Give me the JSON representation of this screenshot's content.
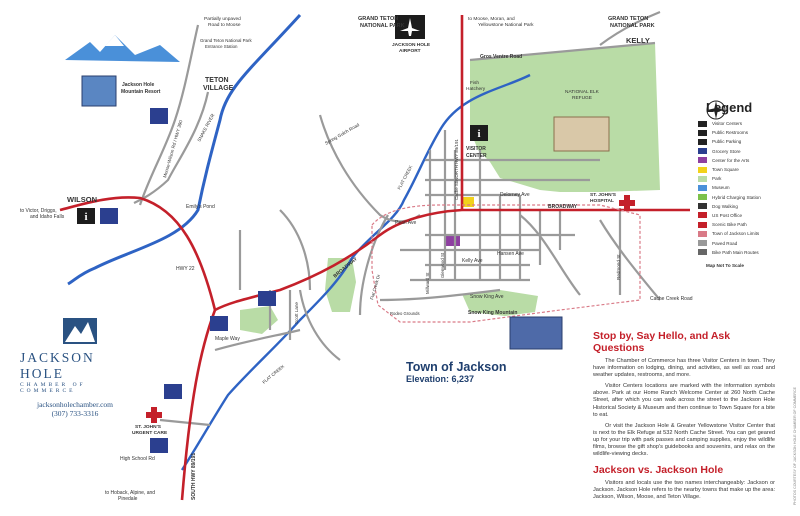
{
  "labels": {
    "grand_teton_left": [
      "GRAND TETON",
      "NATIONAL PARK"
    ],
    "grand_teton_right": [
      "GRAND TETON",
      "NATIONAL PARK"
    ],
    "airport": [
      "JACKSON HOLE",
      "AIRPORT"
    ],
    "to_moose": [
      "to Moose, Moran, and",
      "Yellowstone National Park"
    ],
    "kelly": "KELLY",
    "unpaved": [
      "Partially unpaved",
      "Road to Moose"
    ],
    "entrance": [
      "Grand Teton National Park",
      "Entrance Station"
    ],
    "teton_village": [
      "TETON",
      "VILLAGE"
    ],
    "resort": [
      "Jackson Hole",
      "Mountain Resort"
    ],
    "moose_wilson_rd": "Moose-Wilson Rd / HWY 390",
    "snake_river": "SNAKE RIVER",
    "gros_ventre_road": "Gros Ventre Road",
    "fish_hatchery": [
      "Fish",
      "Hatchery"
    ],
    "elk_refuge": [
      "NATIONAL ELK",
      "REFUGE"
    ],
    "spring_gulch": "Spring Gulch Road",
    "flat_creek_top": "FLAT CREEK",
    "cache_north": "Cache St/NORTH HWY 89/191",
    "visitor_center": [
      "VISITOR",
      "CENTER"
    ],
    "delorney": "Delorney Ave",
    "st_johns_hospital": [
      "ST. JOHN'S",
      "HOSPITAL"
    ],
    "broadway_east": "BROADWAY",
    "pearl_ave": "Pearl Ave",
    "hansen_ave": "Hansen Ave",
    "kelly_ave": "Kelly Ave",
    "redmond_st": "Redmond St",
    "glenwood_st": "Glenwood St",
    "millward_st": "Millward St",
    "flat_creek_dr": "Flat Creek Dr",
    "rodeo": "Rodeo Grounds",
    "snow_king_ave": "Snow King Ave",
    "snow_king_mtn": "Snow King Mountain",
    "cache_creek_road": "Cache Creek Road",
    "wilson": "WILSON",
    "to_victor": [
      "to Victor, Driggs,",
      "and Idaho Falls"
    ],
    "emilys_pond": "Emily's Pond",
    "hwy22": "HWY 22",
    "broadway_west": "BROADWAY",
    "scott_lane": "Scott Lane",
    "maple_way": "Maple Way",
    "flat_creek_south": "FLAT CREEK",
    "urgent_care": [
      "ST. JOHN'S",
      "URGENT CARE"
    ],
    "high_school_rd": "High School Rd",
    "south_hwy": "SOUTH HWY 89/191",
    "to_hoback": [
      "to Hoback, Alpine, and",
      "Pinedale"
    ]
  },
  "branding": {
    "name": "JACKSON HOLE",
    "sub": "CHAMBER OF COMMERCE",
    "website": "jacksonholechamber.com",
    "phone": "(307) 733-3316"
  },
  "town": {
    "name": "Town of Jackson",
    "elevation": "Elevation: 6,237"
  },
  "legend": {
    "title": "Legend",
    "items": [
      {
        "label": "Visitor Centers",
        "color": "#222222"
      },
      {
        "label": "Public Restrooms",
        "color": "#222222"
      },
      {
        "label": "Public Parking",
        "color": "#222222"
      },
      {
        "label": "Grocery Store",
        "color": "#2b3f8f"
      },
      {
        "label": "Center for the Arts",
        "color": "#8e3fa1"
      },
      {
        "label": "Town Square",
        "color": "#f2d21b"
      },
      {
        "label": "Park",
        "color": "#b9dca6"
      },
      {
        "label": "Museum",
        "color": "#4a90d9"
      },
      {
        "label": "Hybrid Charging Station",
        "color": "#7cc14a"
      },
      {
        "label": "Dog Walking",
        "color": "#333333"
      },
      {
        "label": "US Post Office",
        "color": "#c4202a"
      },
      {
        "label": "Scenic Bike Path",
        "color": "#c4202a"
      },
      {
        "label": "Town of Jackson Limits",
        "color": "#d97a87"
      },
      {
        "label": "Paved Road",
        "color": "#999999"
      },
      {
        "label": "Bike Path Main Routes",
        "color": "#666666"
      }
    ],
    "scale_note": "Map Not To Scale"
  },
  "info": {
    "title1": "Stop by, Say Hello, and Ask Questions",
    "para1": "The Chamber of Commerce has three Visitor Centers in town. They have information on lodging, dining, and activities, as well as road and weather updates, restrooms, and more.",
    "para2": "Visitor Centers locations are marked with the information symbols above. Park at our Home Ranch Welcome Center at 260 North Cache Street, after which you can walk across the street to the Jackson Hole Historical Society & Museum and then continue to Town Square for a bite to eat.",
    "para3": "Or visit the Jackson Hole & Greater Yellowstone Visitor Center that is next to the Elk Refuge at 532 North Cache Street. You can get geared up for your trip with park passes and camping supplies, enjoy the wildlife films, browse the gift shop's guidebooks and souvenirs, and relax on the wildlife-viewing decks.",
    "title2": "Jackson vs. Jackson Hole",
    "para4": "Visitors and locals use the two names interchangeably: Jackson or Jackson. Jackson Hole refers to the nearby towns that make up the area: Jackson, Wilson, Moose, and Teton Village."
  },
  "credit": "PHOTOS COURTESY OF JACKSON HOLE CHAMBER OF COMMERCE",
  "colors": {
    "road": "#9a9a9a",
    "river": "#2e63c4",
    "park": "#b9dca6",
    "highway": "#c4202a",
    "limits": "#d97a87",
    "accent": "#c4202a",
    "brand": "#2a5282"
  }
}
